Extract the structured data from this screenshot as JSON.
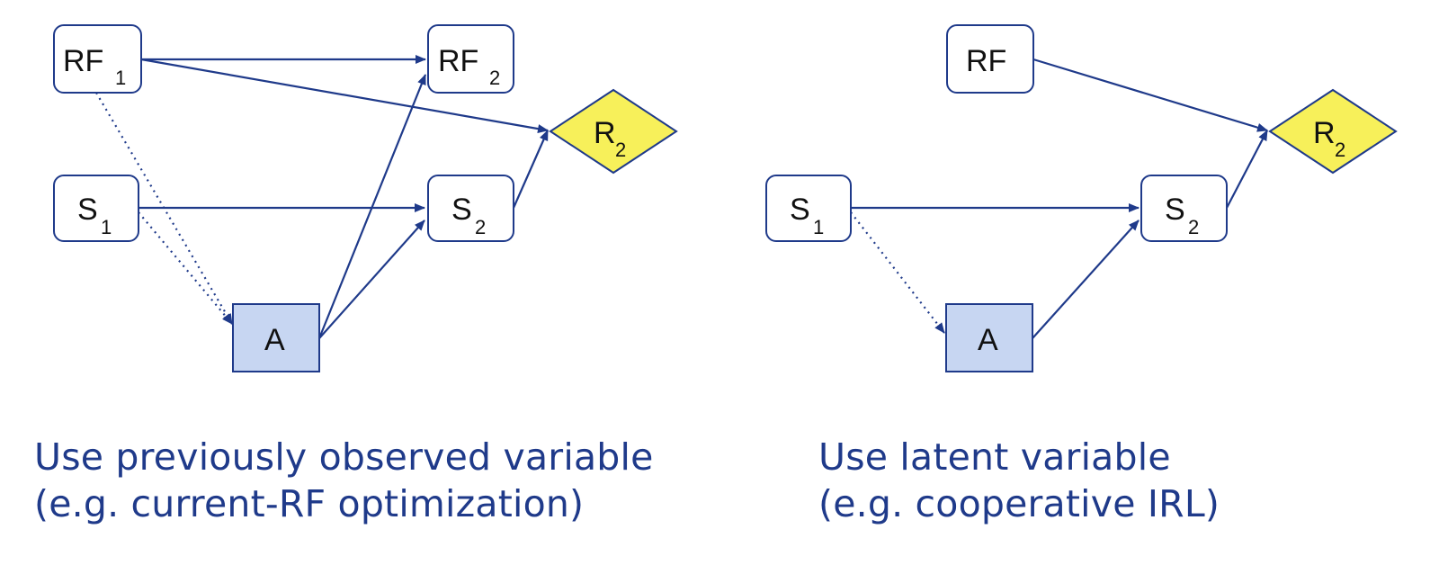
{
  "colors": {
    "edge": "#1f3a8a",
    "node_border": "#1f3a8a",
    "node_fill": "#ffffff",
    "action_fill": "#c7d6f2",
    "reward_fill": "#f7f05a",
    "caption": "#1f3a8a"
  },
  "diagrams": [
    {
      "nodes": {
        "rf1": {
          "main": "RF",
          "sub": "1"
        },
        "rf2": {
          "main": "RF",
          "sub": "2"
        },
        "s1": {
          "main": "S",
          "sub": "1"
        },
        "s2": {
          "main": "S",
          "sub": "2"
        },
        "a": {
          "main": "A",
          "sub": ""
        },
        "r2": {
          "main": "R",
          "sub": "2"
        }
      },
      "caption": {
        "line1": "Use previously observed variable",
        "line2": "(e.g. current-RF optimization)"
      }
    },
    {
      "nodes": {
        "rf": {
          "main": "RF",
          "sub": ""
        },
        "s1": {
          "main": "S",
          "sub": "1"
        },
        "s2": {
          "main": "S",
          "sub": "2"
        },
        "a": {
          "main": "A",
          "sub": ""
        },
        "r2": {
          "main": "R",
          "sub": "2"
        }
      },
      "caption": {
        "line1": "Use latent variable",
        "line2": "(e.g. cooperative IRL)"
      }
    }
  ]
}
